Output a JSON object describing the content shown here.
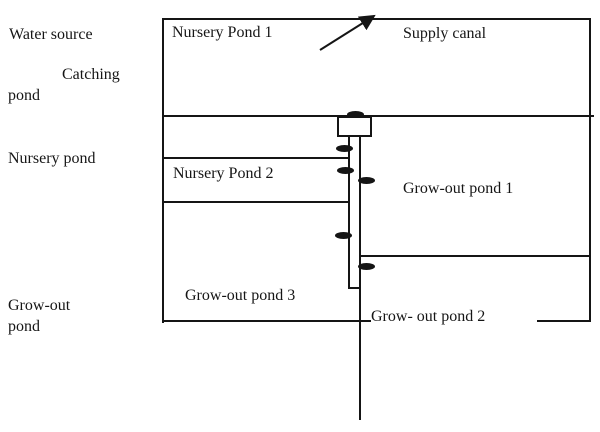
{
  "colors": {
    "ink": "#151515",
    "paper": "#ffffff"
  },
  "margin_labels": {
    "water_source": "Water source",
    "catching_pond": "Catching pond",
    "nursery_pond": "Nursery pond",
    "grow_out_pond": "Grow-out pond"
  },
  "pond_labels": {
    "nursery_pond_1": "Nursery Pond 1",
    "supply_canal": "Supply canal",
    "nursery_pond_2": "Nursery Pond 2",
    "grow_out_pond_1": "Grow-out pond 1",
    "grow_out_pond_3": "Grow-out pond 3",
    "grow_out_pond_2": "Grow- out pond 2"
  },
  "icons": {
    "sluice_gate": "filled-horizontal-ellipse",
    "flow_arrow": "diagonal-arrow-pointing-up-right"
  }
}
